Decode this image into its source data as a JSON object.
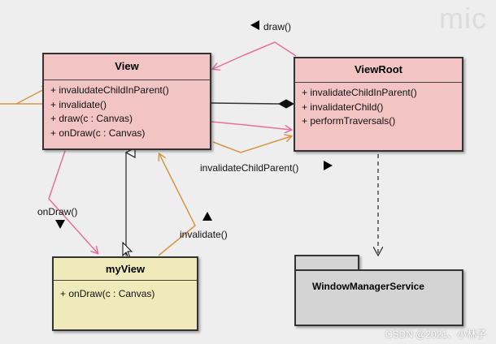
{
  "classes": {
    "view": {
      "name": "View",
      "methods": [
        "+ invaludateChildInParent()",
        "+ invalidate()",
        "+ draw(c : Canvas)",
        "+ onDraw(c : Canvas)"
      ]
    },
    "viewroot": {
      "name": "ViewRoot",
      "methods": [
        "+ invalidateChildInParent()",
        "+ invalidaterChild()",
        "+ performTraversals()"
      ]
    },
    "myview": {
      "name": "myView",
      "methods": [
        "+ onDraw(c : Canvas)"
      ]
    }
  },
  "package": {
    "name": "WindowManagerService"
  },
  "labels": {
    "draw": "draw()",
    "invalidate_child_parent": "invalidateChildParent()",
    "on_draw": "onDraw()",
    "invalidate": "invalidate()"
  },
  "watermark": "CSDN @2021、小林子",
  "logo_text": "mic",
  "colors": {
    "class_fill": "#f2c4c4",
    "myview_fill": "#efeab9",
    "package_fill": "#d4d4d4",
    "pink_arrow": "#e8709c",
    "orange_arrow": "#d99446",
    "line_dark": "#333333"
  }
}
